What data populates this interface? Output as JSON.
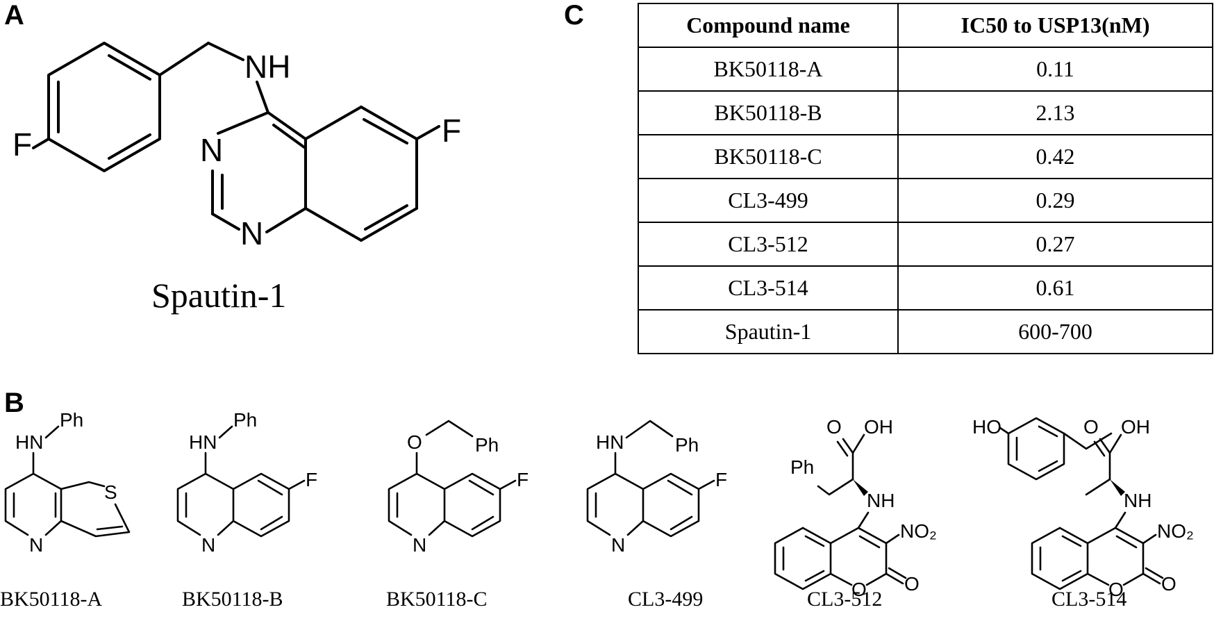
{
  "panels": {
    "a": "A",
    "b": "B",
    "c": "C"
  },
  "spautin_caption": "Spautin-1",
  "atom_labels": {
    "nh": "NH",
    "hn": "HN",
    "n": "N",
    "f": "F",
    "s": "S",
    "o": "O",
    "ph": "Ph",
    "oh": "OH",
    "ho": "HO",
    "no2": "NO₂"
  },
  "compounds_b": [
    "BK50118-A",
    "BK50118-B",
    "BK50118-C",
    "CL3-499",
    "CL3-512",
    "CL3-514"
  ],
  "table": {
    "headers": [
      "Compound name",
      "IC50 to USP13(nM)"
    ],
    "rows": [
      [
        "BK50118-A",
        "0.11"
      ],
      [
        "BK50118-B",
        "2.13"
      ],
      [
        "BK50118-C",
        "0.42"
      ],
      [
        "CL3-499",
        "0.29"
      ],
      [
        "CL3-512",
        "0.27"
      ],
      [
        "CL3-514",
        "0.61"
      ],
      [
        "Spautin-1",
        "600-700"
      ]
    ]
  }
}
